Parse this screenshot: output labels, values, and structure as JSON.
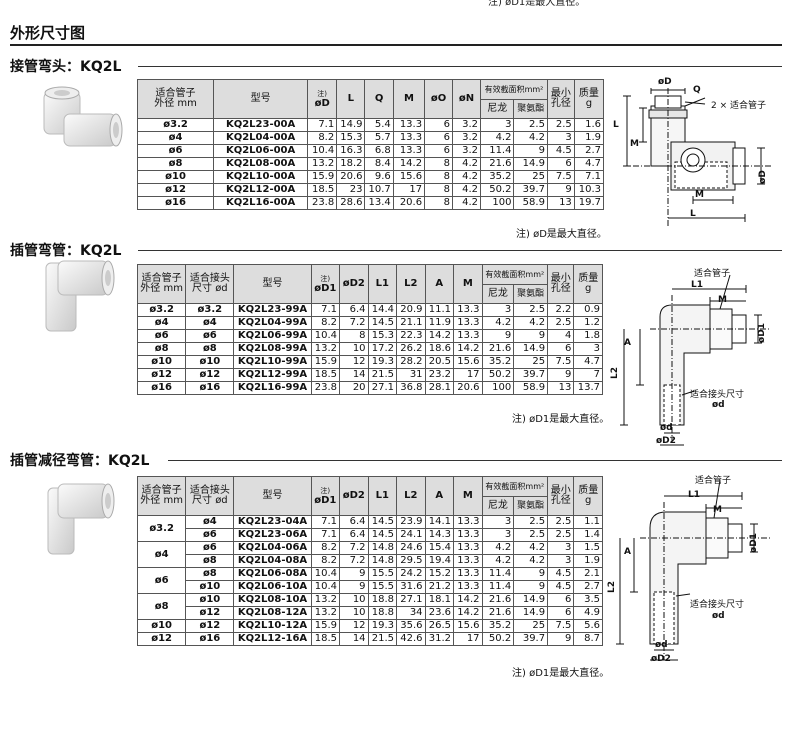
{
  "top_note": "注) øD1是最大直径。",
  "page_title": "外形尺寸图",
  "sections": [
    {
      "title": "接管弯头：KQ2L",
      "headers": {
        "size": [
          "适合管子",
          "外径 mm"
        ],
        "model": "型号",
        "d_note": "注)",
        "d": "øD",
        "L": "L",
        "Q": "Q",
        "M": "M",
        "O": "øO",
        "N": "øN",
        "area": "有效截面积mm²",
        "nylon": "尼龙",
        "pu": "聚氨酯",
        "bore": [
          "最小",
          "孔径"
        ],
        "mass": [
          "质量",
          "g"
        ]
      },
      "rows": [
        [
          "ø3.2",
          "KQ2L23-00A",
          "7.1",
          "14.9",
          "5.4",
          "13.3",
          "6",
          "3.2",
          "3",
          "2.5",
          "2.5",
          "1.6"
        ],
        [
          "ø4",
          "KQ2L04-00A",
          "8.2",
          "15.3",
          "5.7",
          "13.3",
          "6",
          "3.2",
          "4.2",
          "4.2",
          "3",
          "1.9"
        ],
        [
          "ø6",
          "KQ2L06-00A",
          "10.4",
          "16.3",
          "6.8",
          "13.3",
          "6",
          "3.2",
          "11.4",
          "9",
          "4.5",
          "2.7"
        ],
        [
          "ø8",
          "KQ2L08-00A",
          "13.2",
          "18.2",
          "8.4",
          "14.2",
          "8",
          "4.2",
          "21.6",
          "14.9",
          "6",
          "4.7"
        ],
        [
          "ø10",
          "KQ2L10-00A",
          "15.9",
          "20.6",
          "9.6",
          "15.6",
          "8",
          "4.2",
          "35.2",
          "25",
          "7.5",
          "7.1"
        ],
        [
          "ø12",
          "KQ2L12-00A",
          "18.5",
          "23",
          "10.7",
          "17",
          "8",
          "4.2",
          "50.2",
          "39.7",
          "9",
          "10.3"
        ],
        [
          "ø16",
          "KQ2L16-00A",
          "23.8",
          "28.6",
          "13.4",
          "20.6",
          "8",
          "4.2",
          "100",
          "58.9",
          "13",
          "19.7"
        ]
      ],
      "note": "注) øD是最大直径。",
      "diagram": {
        "d": "øD",
        "q": "Q",
        "tube": "2 × 适合管子",
        "m1": "M",
        "m2": "M",
        "l1": "L",
        "l2": "L",
        "d2": "øD"
      }
    },
    {
      "title": "插管弯管：KQ2L",
      "headers": {
        "size": [
          "适合管子",
          "外径 mm"
        ],
        "stem": [
          "适合接头",
          "尺寸 ød"
        ],
        "model": "型号",
        "d1_note": "注)",
        "d1": "øD1",
        "d2": "øD2",
        "L1": "L1",
        "L2": "L2",
        "A": "A",
        "M": "M",
        "area": "有效截面积mm²",
        "nylon": "尼龙",
        "pu": "聚氨酯",
        "bore": [
          "最小",
          "孔径"
        ],
        "mass": [
          "质量",
          "g"
        ]
      },
      "rows": [
        [
          "ø3.2",
          "ø3.2",
          "KQ2L23-99A",
          "7.1",
          "6.4",
          "14.4",
          "20.9",
          "11.1",
          "13.3",
          "3",
          "2.5",
          "2.2",
          "0.9"
        ],
        [
          "ø4",
          "ø4",
          "KQ2L04-99A",
          "8.2",
          "7.2",
          "14.5",
          "21.1",
          "11.9",
          "13.3",
          "4.2",
          "4.2",
          "2.5",
          "1.2"
        ],
        [
          "ø6",
          "ø6",
          "KQ2L06-99A",
          "10.4",
          "8",
          "15.3",
          "22.3",
          "14.2",
          "13.3",
          "9",
          "9",
          "4",
          "1.8"
        ],
        [
          "ø8",
          "ø8",
          "KQ2L08-99A",
          "13.2",
          "10",
          "17.2",
          "26.2",
          "18.6",
          "14.2",
          "21.6",
          "14.9",
          "6",
          "3"
        ],
        [
          "ø10",
          "ø10",
          "KQ2L10-99A",
          "15.9",
          "12",
          "19.3",
          "28.2",
          "20.5",
          "15.6",
          "35.2",
          "25",
          "7.5",
          "4.7"
        ],
        [
          "ø12",
          "ø12",
          "KQ2L12-99A",
          "18.5",
          "14",
          "21.5",
          "31",
          "23.2",
          "17",
          "50.2",
          "39.7",
          "9",
          "7"
        ],
        [
          "ø16",
          "ø16",
          "KQ2L16-99A",
          "23.8",
          "20",
          "27.1",
          "36.8",
          "28.1",
          "20.6",
          "100",
          "58.9",
          "13",
          "13.7"
        ]
      ],
      "note": "注) øD1是最大直径。",
      "diagram": {
        "tube": "适合管子",
        "l1": "L1",
        "m": "M",
        "d1": "øD1",
        "a": "A",
        "l2": "L2",
        "stem": "适合接头尺寸",
        "stem_d": "ød",
        "d": "ød",
        "d2": "øD2"
      }
    },
    {
      "title": "插管减径弯管：KQ2L",
      "headers": {
        "size": [
          "适合管子",
          "外径 mm"
        ],
        "stem": [
          "适合接头",
          "尺寸 ød"
        ],
        "model": "型号",
        "d1_note": "注)",
        "d1": "øD1",
        "d2": "øD2",
        "L1": "L1",
        "L2": "L2",
        "A": "A",
        "M": "M",
        "area": "有效截面积mm²",
        "nylon": "尼龙",
        "pu": "聚氨酯",
        "bore": [
          "最小",
          "孔径"
        ],
        "mass": [
          "质量",
          "g"
        ]
      },
      "groups": [
        {
          "size": "ø3.2",
          "rows": [
            [
              "ø4",
              "KQ2L23-04A",
              "7.1",
              "6.4",
              "14.5",
              "23.9",
              "14.1",
              "13.3",
              "3",
              "2.5",
              "2.5",
              "1.1"
            ],
            [
              "ø6",
              "KQ2L23-06A",
              "7.1",
              "6.4",
              "14.5",
              "24.1",
              "14.3",
              "13.3",
              "3",
              "2.5",
              "2.5",
              "1.4"
            ]
          ]
        },
        {
          "size": "ø4",
          "rows": [
            [
              "ø6",
              "KQ2L04-06A",
              "8.2",
              "7.2",
              "14.8",
              "24.6",
              "15.4",
              "13.3",
              "4.2",
              "4.2",
              "3",
              "1.5"
            ],
            [
              "ø8",
              "KQ2L04-08A",
              "8.2",
              "7.2",
              "14.8",
              "29.5",
              "19.4",
              "13.3",
              "4.2",
              "4.2",
              "3",
              "1.9"
            ]
          ]
        },
        {
          "size": "ø6",
          "rows": [
            [
              "ø8",
              "KQ2L06-08A",
              "10.4",
              "9",
              "15.5",
              "24.2",
              "15.2",
              "13.3",
              "11.4",
              "9",
              "4.5",
              "2.1"
            ],
            [
              "ø10",
              "KQ2L06-10A",
              "10.4",
              "9",
              "15.5",
              "31.6",
              "21.2",
              "13.3",
              "11.4",
              "9",
              "4.5",
              "2.7"
            ]
          ]
        },
        {
          "size": "ø8",
          "rows": [
            [
              "ø10",
              "KQ2L08-10A",
              "13.2",
              "10",
              "18.8",
              "27.1",
              "18.1",
              "14.2",
              "21.6",
              "14.9",
              "6",
              "3.5"
            ],
            [
              "ø12",
              "KQ2L08-12A",
              "13.2",
              "10",
              "18.8",
              "34",
              "23.6",
              "14.2",
              "21.6",
              "14.9",
              "6",
              "4.9"
            ]
          ]
        },
        {
          "size": "ø10",
          "rows": [
            [
              "ø12",
              "KQ2L10-12A",
              "15.9",
              "12",
              "19.3",
              "35.6",
              "26.5",
              "15.6",
              "35.2",
              "25",
              "7.5",
              "5.6"
            ]
          ]
        },
        {
          "size": "ø12",
          "rows": [
            [
              "ø16",
              "KQ2L12-16A",
              "18.5",
              "14",
              "21.5",
              "42.6",
              "31.2",
              "17",
              "50.2",
              "39.7",
              "9",
              "8.7"
            ]
          ]
        }
      ],
      "note": "注) øD1是最大直径。",
      "diagram": {
        "tube": "适合管子",
        "l1": "L1",
        "m": "M",
        "d1": "øD1",
        "a": "A",
        "l2": "L2",
        "stem": "适合接头尺寸",
        "stem_d": "ød",
        "d": "ød",
        "d2": "øD2"
      }
    }
  ]
}
